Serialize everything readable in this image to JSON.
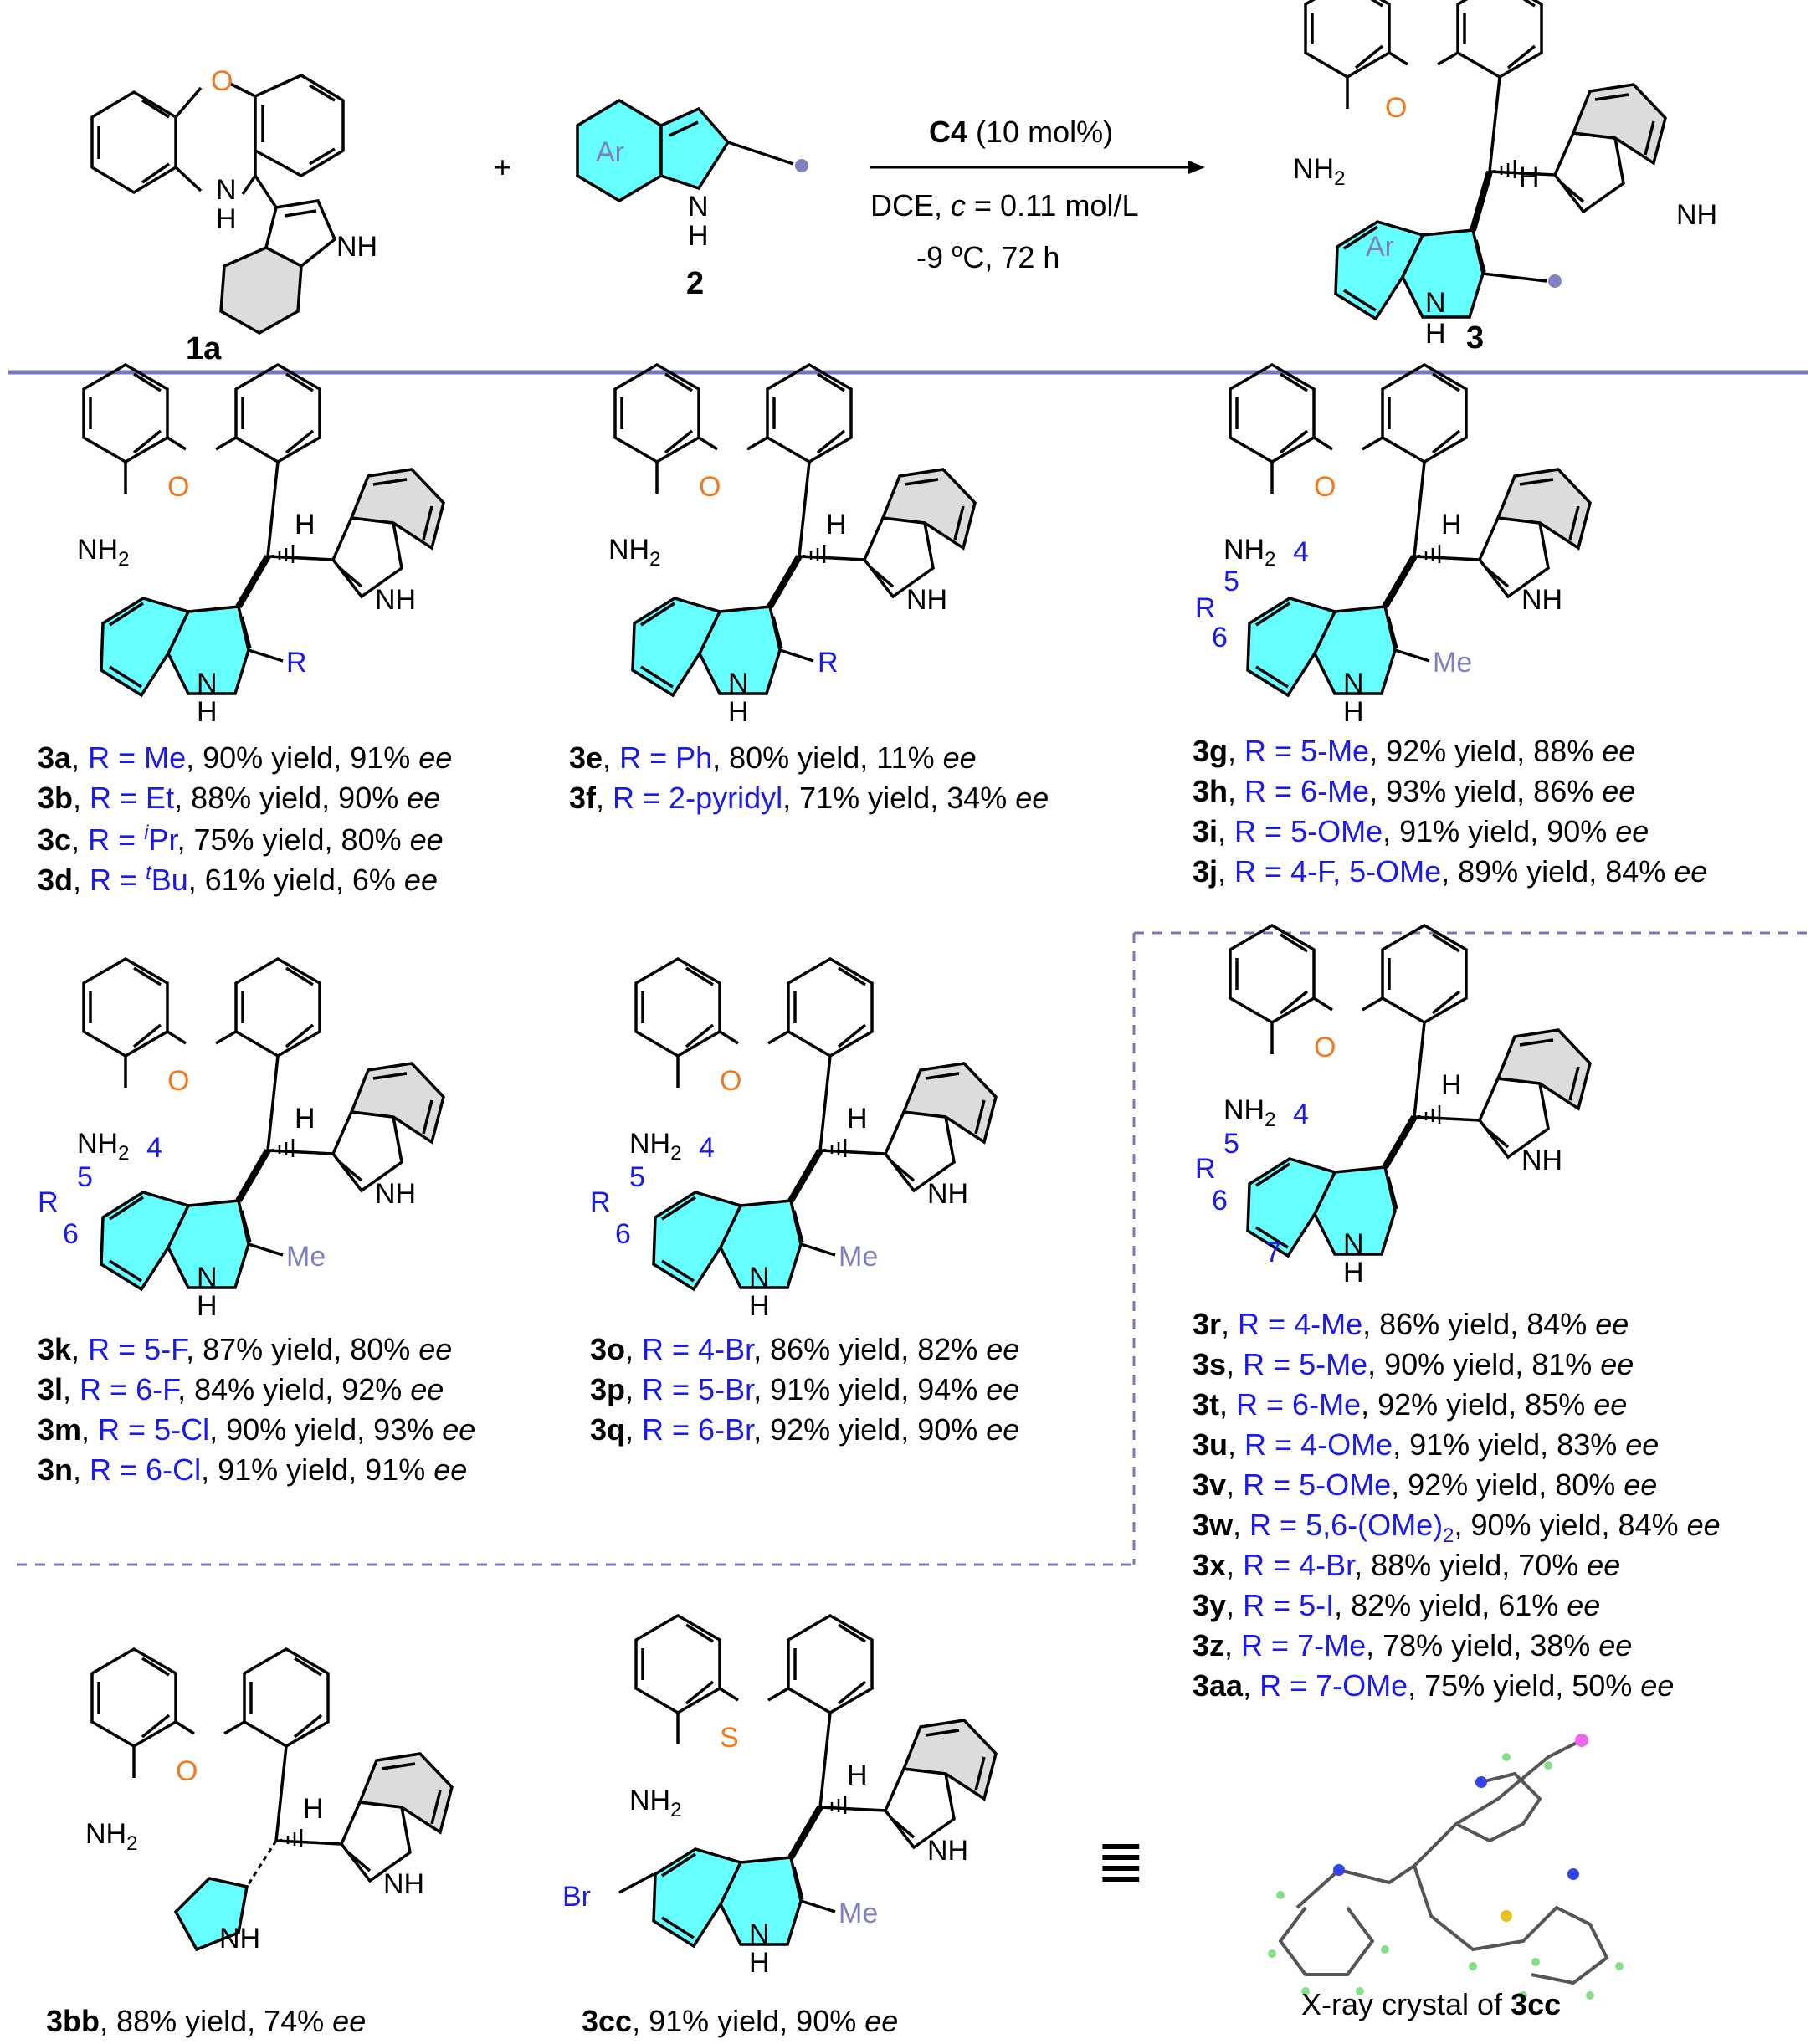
{
  "colors": {
    "ring_fill": "#66ffff",
    "ring_fill_grey": "#dcdcdc",
    "divider": "#7777bb",
    "heteroatom_O": "#f07a1f",
    "substituent": "#1a1aee",
    "methyl": "#8080c0"
  },
  "reaction": {
    "compound_1a": "1a",
    "plus": "+",
    "compound_2": "2",
    "compound_3": "3",
    "ar_label": "Ar",
    "catalyst": "C4",
    "catalyst_loading": "(10 mol%)",
    "solvent": "DCE, ",
    "conc_var": "c",
    "conc_value": " = 0.11 mol/L",
    "temp": "-9 ",
    "temp_unit": "oC",
    "time": ", 72 h",
    "atoms": {
      "O": "O",
      "N": "N",
      "H": "H",
      "NH": "NH",
      "NH2": "NH2"
    }
  },
  "entries": [
    {
      "id": "3a",
      "r": "R = Me",
      "tail": ", 90% yield, 91% ",
      "ee": "ee"
    },
    {
      "id": "3b",
      "r": "R = Et",
      "tail": ", 88% yield, 90% ",
      "ee": "ee"
    },
    {
      "id": "3c",
      "r_pre": "R = ",
      "r_sup": "i",
      "r_post": "Pr",
      "tail": ", 75% yield, 80% ",
      "ee": "ee"
    },
    {
      "id": "3d",
      "r_pre": "R = ",
      "r_sup": "t",
      "r_post": "Bu",
      "tail": ", 61% yield, 6% ",
      "ee": "ee"
    },
    {
      "id": "3e",
      "r": "R = Ph",
      "tail": ", 80% yield, 11% ",
      "ee": "ee"
    },
    {
      "id": "3f",
      "r": "R = 2-pyridyl",
      "tail": ", 71% yield, 34% ",
      "ee": "ee"
    },
    {
      "id": "3g",
      "r": "R = 5-Me",
      "tail": ", 92% yield, 88% ",
      "ee": "ee"
    },
    {
      "id": "3h",
      "r": "R = 6-Me",
      "tail": ", 93% yield, 86% ",
      "ee": "ee"
    },
    {
      "id": "3i",
      "r": "R = 5-OMe",
      "tail": ", 91% yield, 90% ",
      "ee": "ee"
    },
    {
      "id": "3j",
      "r": "R = 4-F, 5-OMe",
      "tail": ", 89% yield, 84% ",
      "ee": "ee"
    },
    {
      "id": "3k",
      "r": "R = 5-F",
      "tail": ", 87% yield, 80% ",
      "ee": "ee"
    },
    {
      "id": "3l",
      "r": "R = 6-F",
      "tail": ", 84% yield, 92% ",
      "ee": "ee"
    },
    {
      "id": "3m",
      "r": "R = 5-Cl",
      "tail": ", 90% yield, 93% ",
      "ee": "ee"
    },
    {
      "id": "3n",
      "r": "R = 6-Cl",
      "tail": ", 91% yield, 91% ",
      "ee": "ee"
    },
    {
      "id": "3o",
      "r": "R = 4-Br",
      "tail": ", 86% yield, 82% ",
      "ee": "ee"
    },
    {
      "id": "3p",
      "r": "R = 5-Br",
      "tail": ", 91% yield, 94% ",
      "ee": "ee"
    },
    {
      "id": "3q",
      "r": "R = 6-Br",
      "tail": ", 92% yield, 90% ",
      "ee": "ee"
    },
    {
      "id": "3r",
      "r": "R = 4-Me",
      "tail": ", 86% yield, 84% ",
      "ee": "ee"
    },
    {
      "id": "3s",
      "r": "R = 5-Me",
      "tail": ", 90% yield, 81% ",
      "ee": "ee"
    },
    {
      "id": "3t",
      "r": "R = 6-Me",
      "tail": ", 92% yield, 85% ",
      "ee": "ee"
    },
    {
      "id": "3u",
      "r": "R = 4-OMe",
      "tail": ", 91% yield, 83% ",
      "ee": "ee"
    },
    {
      "id": "3v",
      "r": "R = 5-OMe",
      "tail": ", 92% yield, 80% ",
      "ee": "ee"
    },
    {
      "id": "3w",
      "r_pre": "R = 5,6-(OMe)",
      "r_sub": "2",
      "tail": ", 90% yield, 84% ",
      "ee": "ee"
    },
    {
      "id": "3x",
      "r": "R = 4-Br",
      "tail": ", 88% yield, 70% ",
      "ee": "ee"
    },
    {
      "id": "3y",
      "r": "R = 5-I",
      "tail": ", 82% yield, 61% ",
      "ee": "ee"
    },
    {
      "id": "3z",
      "r": "R = 7-Me",
      "tail": ", 78% yield, 38% ",
      "ee": "ee"
    },
    {
      "id": "3aa",
      "r": "R = 7-OMe",
      "tail": ", 75% yield, 50% ",
      "ee": "ee"
    }
  ],
  "single_products": {
    "bb": {
      "id": "3bb",
      "tail": ", 88% yield, 74% ",
      "ee": "ee"
    },
    "cc": {
      "id": "3cc",
      "tail": ", 91% yield, 90% ",
      "ee": "ee"
    }
  },
  "sub_labels": {
    "R": "R",
    "Me": "Me",
    "S": "S",
    "Br": "Br",
    "n4": "4",
    "n5": "5",
    "n6": "6",
    "n7": "7"
  },
  "equiv_symbol": "≣",
  "xray": {
    "caption_pre": "X-ray crystal of ",
    "caption_id": "3cc"
  }
}
